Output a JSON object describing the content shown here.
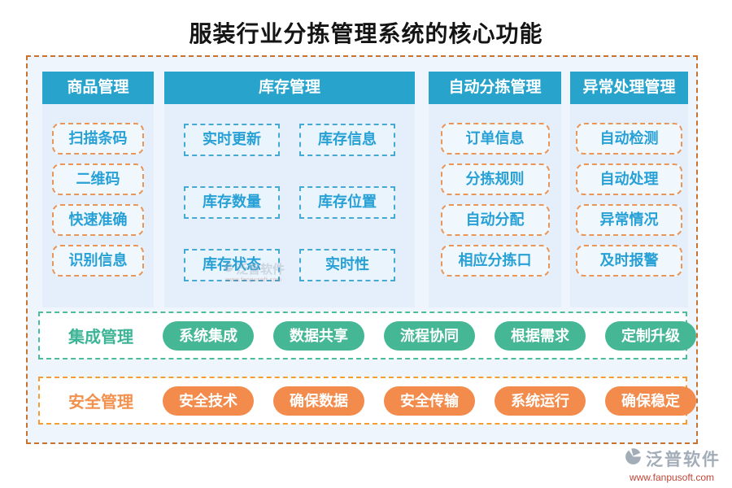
{
  "title": "服装行业分拣管理系统的核心功能",
  "columns": [
    {
      "header": "商品管理",
      "items": [
        "扫描条码",
        "二维码",
        "快速准确",
        "识别信息"
      ]
    },
    {
      "header": "库存管理",
      "items": [
        "实时更新",
        "库存信息",
        "库存数量",
        "库存位置",
        "库存状态",
        "实时性"
      ]
    },
    {
      "header": "自动分拣管理",
      "items": [
        "订单信息",
        "分拣规则",
        "自动分配",
        "相应分拣口"
      ]
    },
    {
      "header": "异常处理管理",
      "items": [
        "自动检测",
        "自动处理",
        "异常情况",
        "及时报警"
      ]
    }
  ],
  "rows": [
    {
      "label": "集成管理",
      "pills": [
        "系统集成",
        "数据共享",
        "流程协同",
        "根据需求",
        "定制升级"
      ]
    },
    {
      "label": "安全管理",
      "pills": [
        "安全技术",
        "确保数据",
        "安全传输",
        "系统运行",
        "确保稳定"
      ]
    }
  ],
  "footer": {
    "brand": "泛普软件",
    "url": "www.fanpusoft.com"
  },
  "watermark": {
    "brand": "泛普软件",
    "url": "www.fanpusoft.com"
  },
  "colors": {
    "header_teal": "#28a4cc",
    "panel_bg": "#e4effb",
    "board_bg": "#eef5fd",
    "outer_dash_orange": "#c87430",
    "item_text_blue": "#27a0d6",
    "item_dash_orange": "#e8965a",
    "item_dash_blue": "#45a9d3",
    "green_pill": "#45b795",
    "green_dash": "#4bbd9b",
    "orange_pill": "#f28b4b",
    "orange_dash": "#f59d35",
    "brand_gray": "#a3adb8",
    "url_red": "#c04638"
  }
}
